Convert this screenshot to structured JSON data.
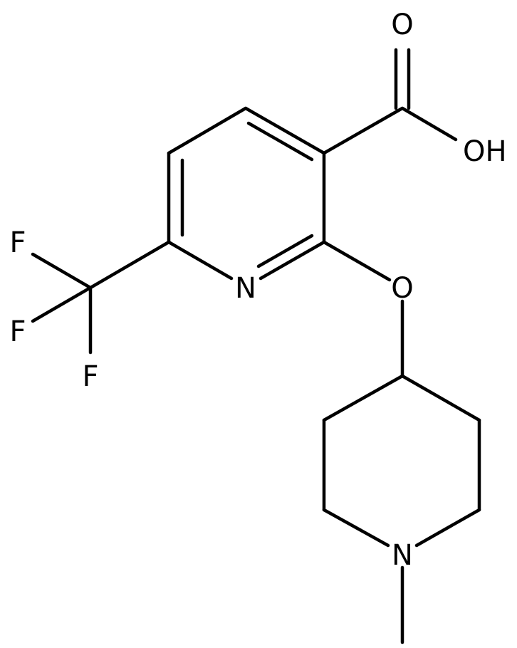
{
  "molecule": {
    "atoms": {
      "carbonyl_oxygen": "O",
      "hydroxyl": "OH",
      "ring_nitrogen": "N",
      "ether_oxygen": "O",
      "fluorine_1": "F",
      "fluorine_2": "F",
      "fluorine_3": "F",
      "piperidine_nitrogen": "N"
    }
  }
}
